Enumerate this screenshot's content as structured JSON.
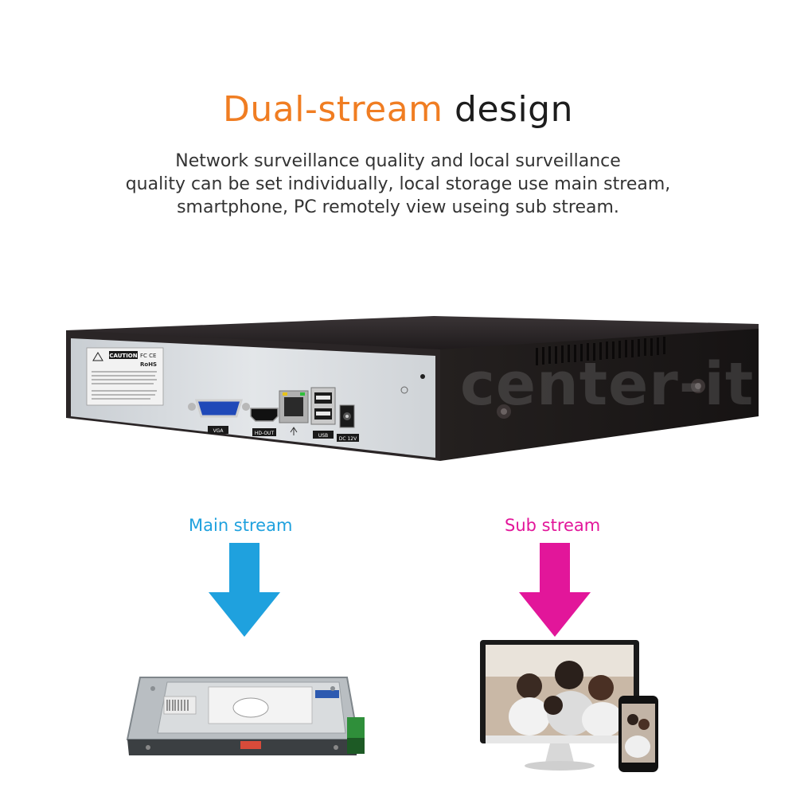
{
  "heading": {
    "accent": "Dual-stream",
    "rest": "design"
  },
  "description": {
    "line1": "Network surveillance quality and local surveillance",
    "line2": "quality can be set individually, local storage use main stream,",
    "line3": "smartphone, PC remotely view useing sub stream."
  },
  "device": {
    "caution": "CAUTION",
    "fcc_ce": "FC CE",
    "rohs": "RoHS",
    "ports": {
      "vga": "VGA",
      "hdout": "HD-OUT",
      "usb": "USB",
      "dc": "DC 12V"
    }
  },
  "watermark": "center-it",
  "streams": {
    "main": {
      "label": "Main stream",
      "color": "#1fa1de"
    },
    "sub": {
      "label": "Sub stream",
      "color": "#e2169a"
    }
  },
  "colors": {
    "accent": "#f07d22"
  }
}
